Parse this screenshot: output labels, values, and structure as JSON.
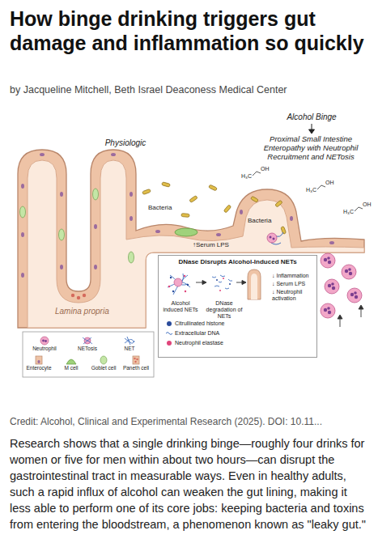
{
  "diagram": {
    "title": "How binge drinking triggers gut damage and inflammation so quickly",
    "caption": "Credit: Alcohol, Clinical and Experimental Research (2025). DOI: 10.11...",
    "nodes": [
      {
        "text": [
          "DNase Disrupts Alcohol-Induced NETs"
        ]
      }
    ],
    "labels": [
      "by Jacqueline Mitchell, Beth Israel Deaconess Medical Center",
      "Physiologic",
      "Alcohol Binge",
      "Proximal Small Intestine Enteropathy with Neutrophil Recruitment and NETosis",
      "H₃C",
      "OH",
      "H₃C",
      "OH",
      "H₃C",
      "OH",
      "Bacteria",
      "Bacteria",
      "↑Serum LPS",
      "Lamina propria",
      "Alcohol induced NETs",
      "DNase degradation of NETs",
      "↓ Inflammation",
      "↓ Serum LPS",
      "↓ Neutrophil activation",
      "Research shows that a single drinking binge—roughly four drinks for women or five for men within about two hours—can disrupt the gastrointestinal tract in measurable ways. Even in healthy adults, such a rapid influx of alcohol can weaken the gut lining, making it less able to perform one of its core jobs: keeping bacteria and toxins from entering the bloodstream, a phenomenon known as \"leaky gut.\""
    ],
    "legend": [
      {
        "text": "Neutrophil"
      },
      {
        "text": "NETosis"
      },
      {
        "text": "NET"
      },
      {
        "text": "Enterocyte"
      },
      {
        "text": "M cell"
      },
      {
        "text": "Goblet cell"
      },
      {
        "text": "Paneth cell"
      },
      {
        "text": "Citrullinated histone",
        "color": "#2b4c9b"
      },
      {
        "text": "Extracellular DNA"
      },
      {
        "text": "Neutrophil elastase",
        "color": "#e0457b"
      }
    ]
  }
}
